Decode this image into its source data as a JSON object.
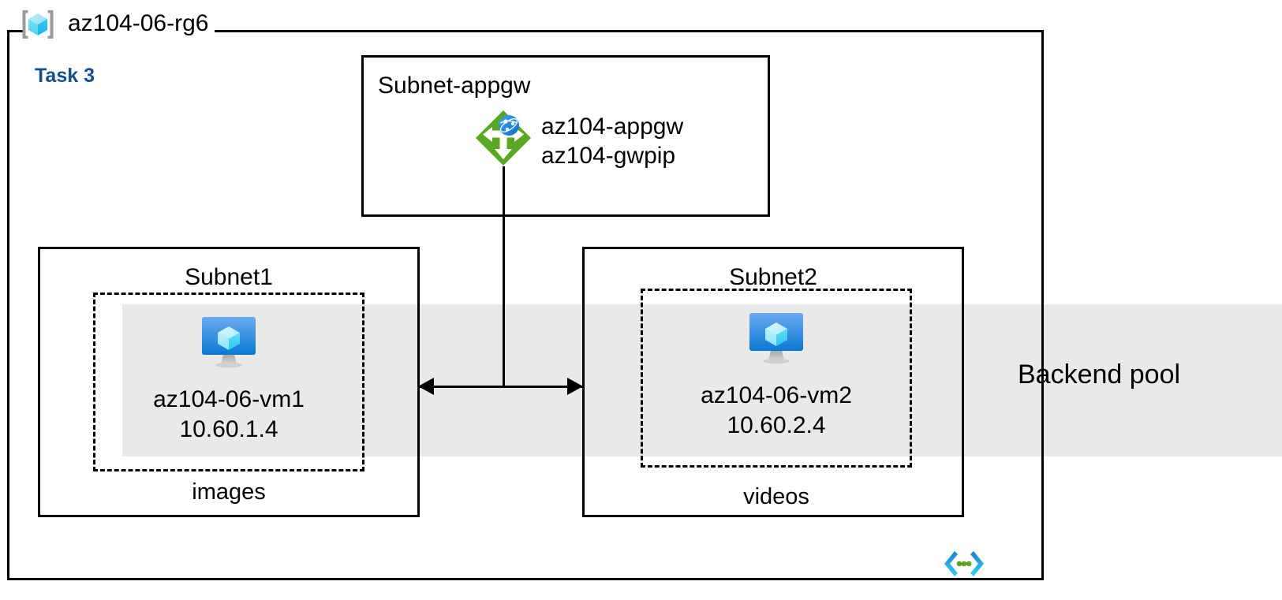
{
  "diagram": {
    "type": "azure-architecture",
    "resource_group": {
      "name": "az104-06-rg6",
      "icon": "resource-group-cube-icon"
    },
    "task_label": "Task 3",
    "backend_pool": {
      "label": "Backend pool",
      "band_color": "#e9e9e9"
    },
    "code_glyph": {
      "icon": "code-brackets-dots-icon",
      "bracket_color": "#1b9de2",
      "dot_color": "#5ea226"
    },
    "subnets": [
      {
        "title": "Subnet-appgw",
        "resources": [
          {
            "icon": "application-gateway-icon",
            "icon_color": "#59a822",
            "labels": [
              "az104-appgw",
              "az104-gwpip"
            ]
          }
        ]
      },
      {
        "title": "Subnet1",
        "caption": "images",
        "vm": {
          "icon": "virtual-machine-icon",
          "name": "az104-06-vm1",
          "ip": "10.60.1.4"
        }
      },
      {
        "title": "Subnet2",
        "caption": "videos",
        "vm": {
          "icon": "virtual-machine-icon",
          "name": "az104-06-vm2",
          "ip": "10.60.2.4"
        }
      }
    ],
    "connectors": [
      {
        "name": "appgw-to-backend",
        "style": "solid-line"
      },
      {
        "name": "subnet1-subnet2-bidirectional",
        "style": "double-arrow"
      }
    ]
  }
}
